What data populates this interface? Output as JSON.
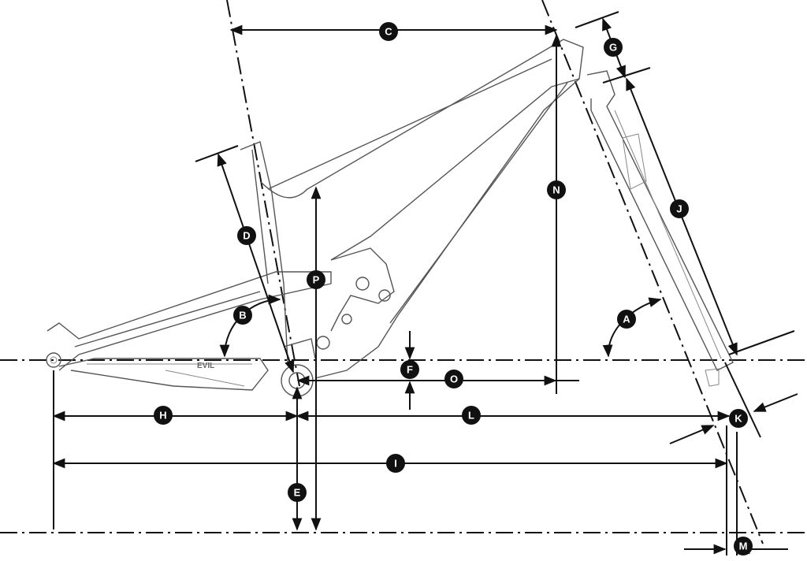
{
  "diagram": {
    "title": "Frame geometry",
    "logo_text": "EVIL",
    "labels": {
      "A": "A",
      "B": "B",
      "C": "C",
      "D": "D",
      "E": "E",
      "F": "F",
      "G": "G",
      "H": "H",
      "I": "I",
      "J": "J",
      "K": "K",
      "L": "L",
      "M": "M",
      "N": "N",
      "O": "O",
      "P": "P"
    }
  }
}
